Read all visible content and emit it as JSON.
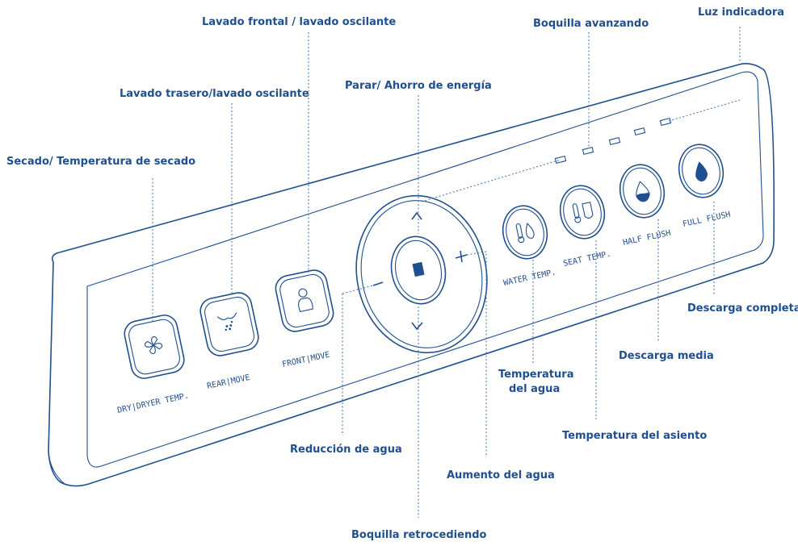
{
  "callouts": {
    "frontal": "Lavado frontal / lavado oscilante",
    "boquilla_avanzando": "Boquilla avanzando",
    "luz": "Luz indicadora",
    "trasero": "Lavado trasero/lavado oscilante",
    "parar": "Parar/ Ahorro de energía",
    "secado": "Secado/ Temperatura de secado",
    "descarga_completa": "Descarga completa",
    "descarga_media": "Descarga media",
    "temp_agua_1": "Temperatura",
    "temp_agua_2": "del agua",
    "temp_asiento": "Temperatura del asiento",
    "reduccion": "Reducción de agua",
    "aumento": "Aumento del agua",
    "boquilla_retrocediendo": "Boquilla retrocediendo"
  },
  "buttons": {
    "dry": "DRY|DRYER TEMP.",
    "rear": "REAR|MOVE",
    "front": "FRONT|MOVE",
    "water_temp": "WATER TEMP.",
    "seat_temp": "SEAT TEMP.",
    "half_flush": "HALF FLUSH",
    "full_flush": "FULL FLUSH"
  },
  "colors": {
    "accent": "#1f4f8f"
  }
}
